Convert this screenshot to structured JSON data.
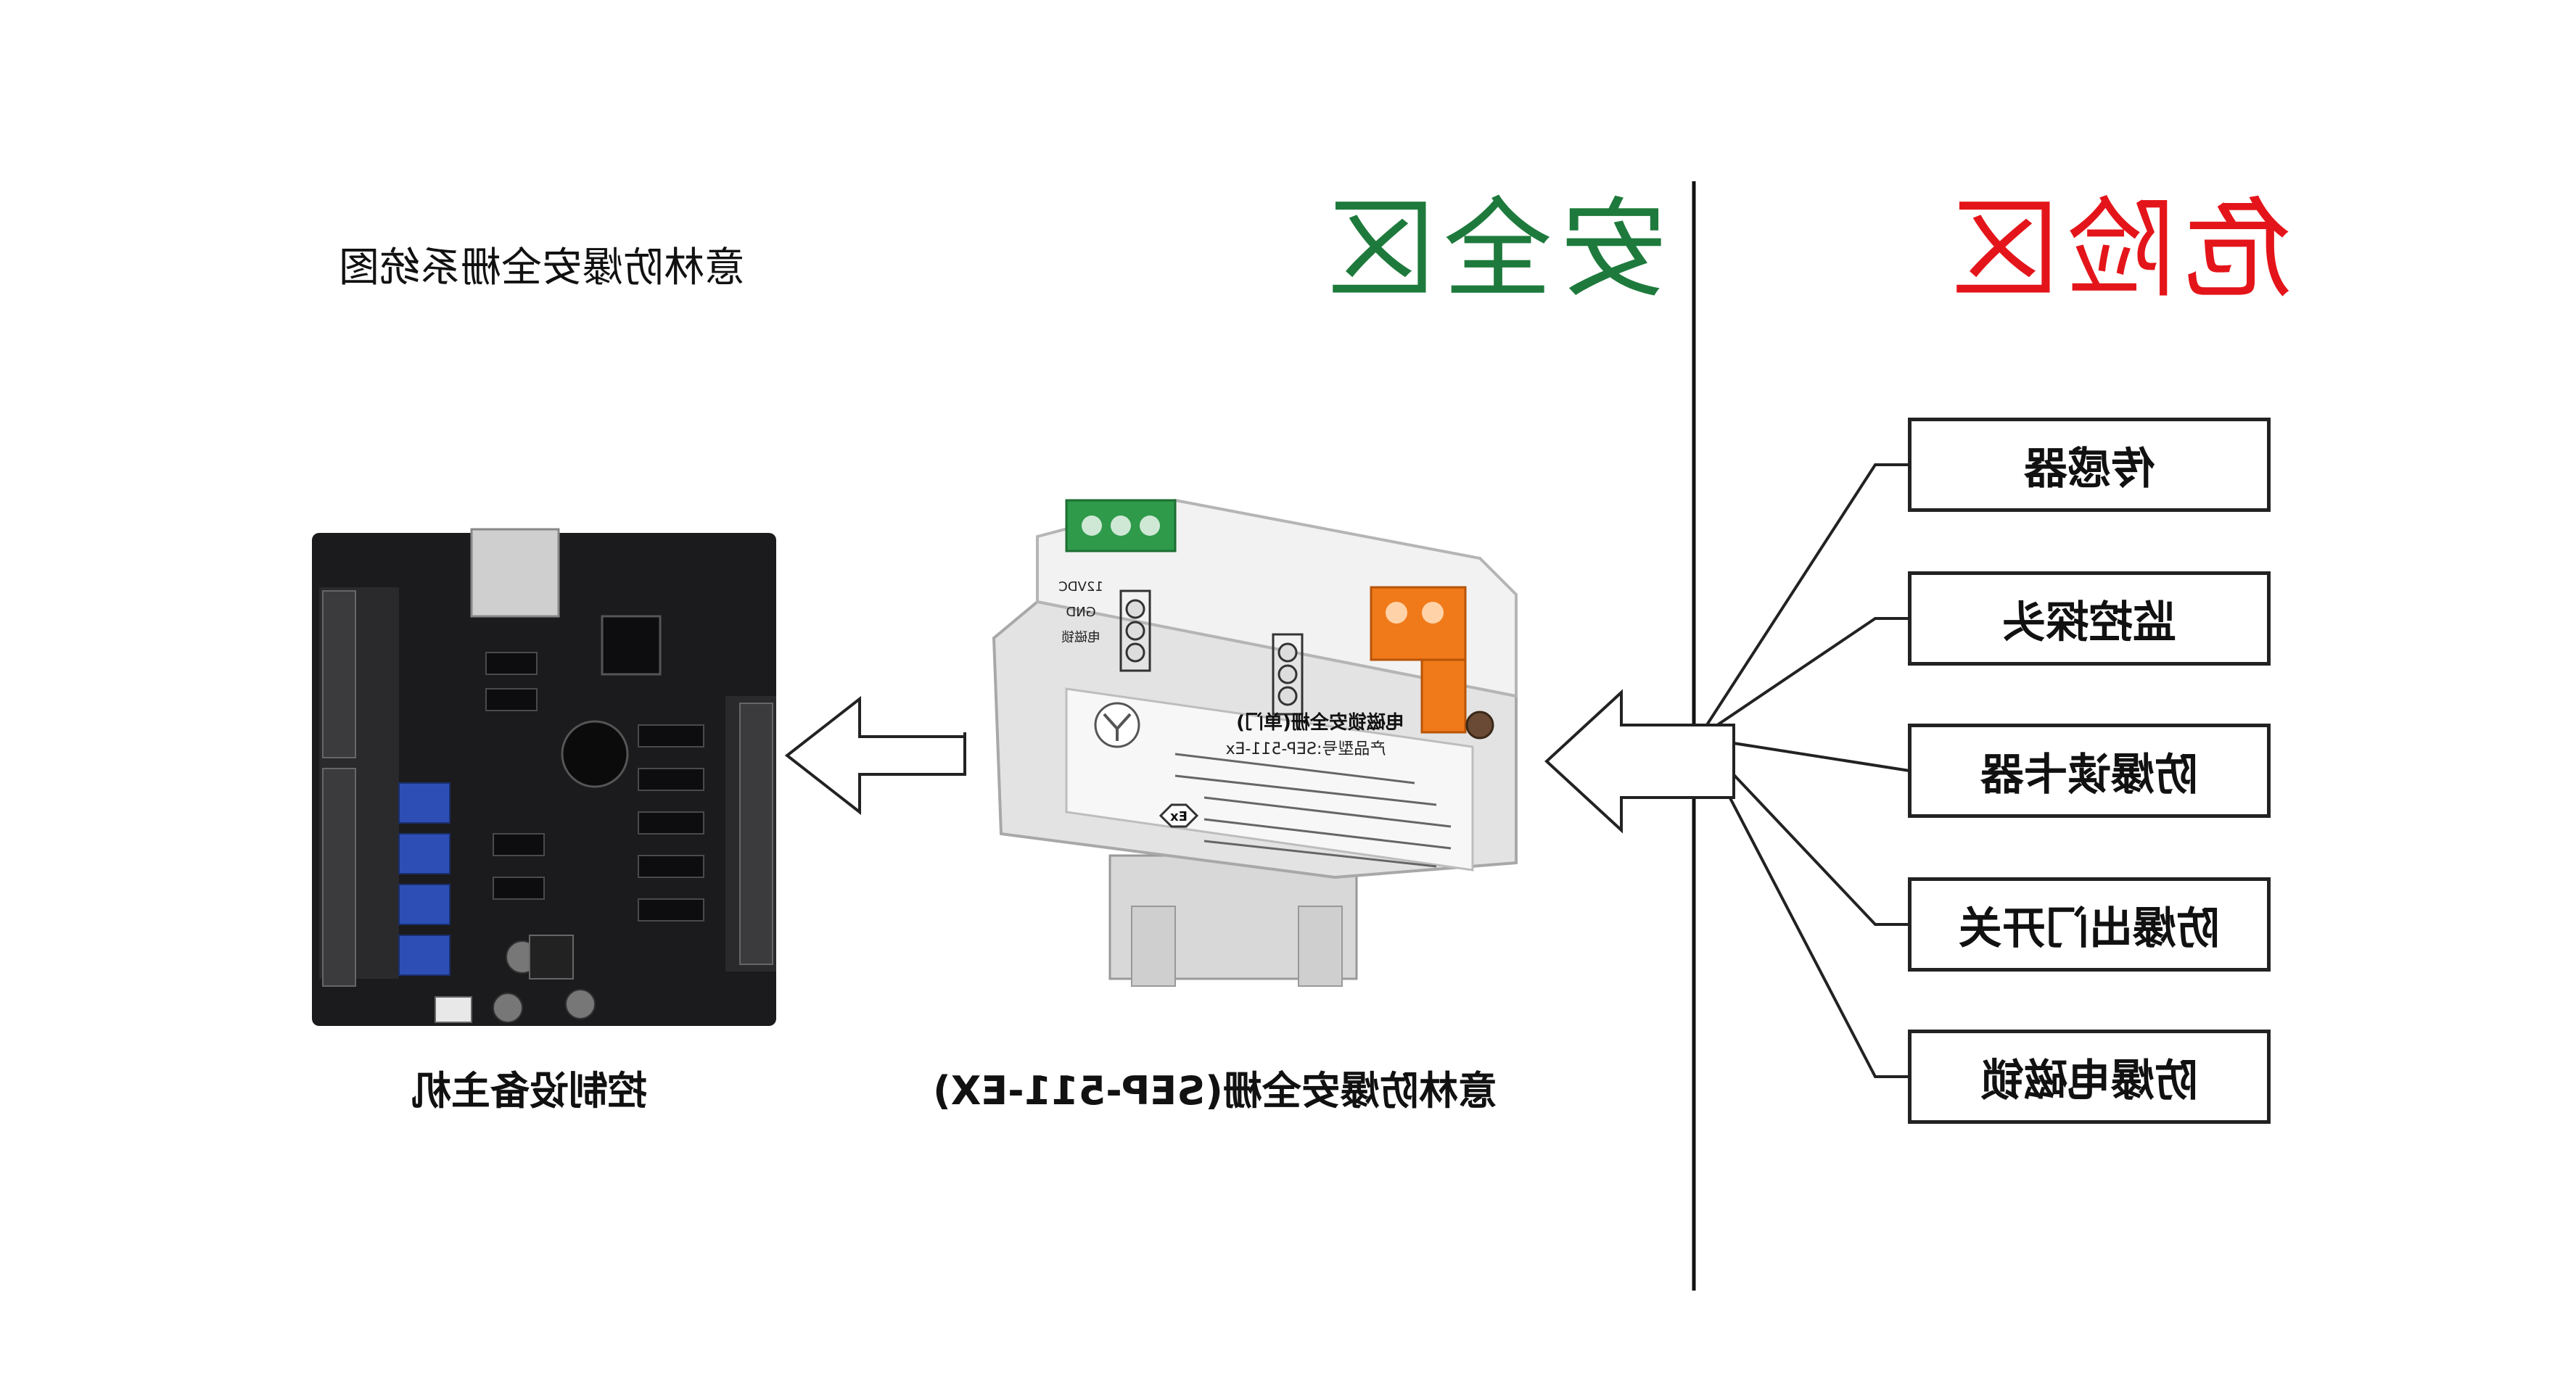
{
  "diagram": {
    "title": "意林防爆安全栅系统图",
    "zone_safe": "安全区",
    "zone_danger": "危险区",
    "controller_caption": "控制设备主机",
    "barrier_caption": "意林防爆安全栅(SEP-511-EX)",
    "hazard_devices": [
      "传感器",
      "监控探头",
      "防爆读卡器",
      "防爆出门开关",
      "防爆电磁锁"
    ]
  },
  "barrier_label": {
    "name": "电磁锁安全栅(单门)",
    "model": "产品型号:SEP-511-Ex",
    "terminal_power": "12VDC",
    "terminal_gnd": "GND",
    "terminal_lock": "电磁锁",
    "ex_mark": "Ex"
  },
  "colors": {
    "safe_zone": "#1e7a3c",
    "danger_zone": "#e4151a",
    "terminal_green": "#2e9a4a",
    "terminal_orange": "#f07a1a",
    "pcb": "#1b1b1d"
  }
}
